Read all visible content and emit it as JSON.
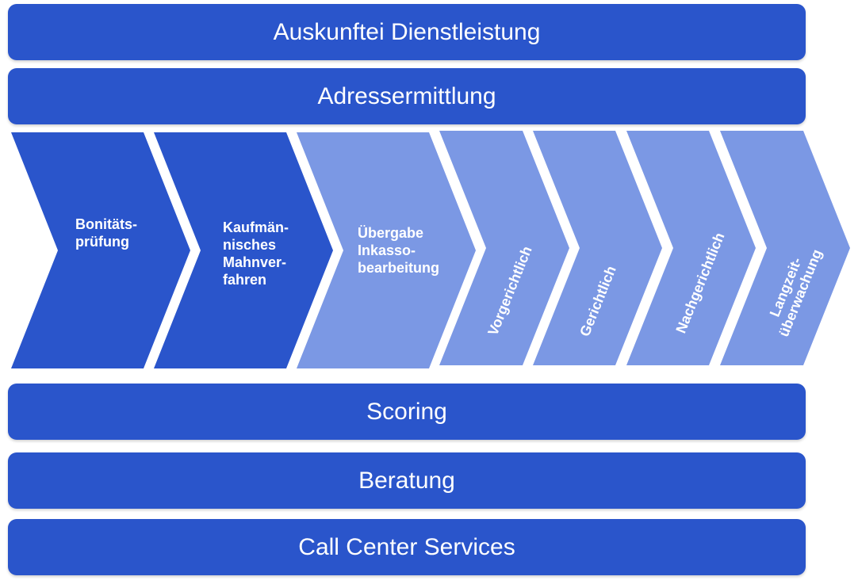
{
  "bands": {
    "auskunftei": "Auskunftei Dienstleistung",
    "adresse": "Adressermittlung",
    "scoring": "Scoring",
    "beratung": "Beratung",
    "callcenter": "Call Center Services"
  },
  "process_steps": [
    {
      "lines": [
        "Bonitäts-",
        "prüfung"
      ]
    },
    {
      "lines": [
        "Kaufmän-",
        "nisches",
        "Mahnver-",
        "fahren"
      ]
    },
    {
      "lines": [
        "Übergabe",
        "Inkasso-",
        "bearbeitung"
      ]
    },
    {
      "lines": [
        "Vorgerichtlich"
      ]
    },
    {
      "lines": [
        "Gerichtlich"
      ]
    },
    {
      "lines": [
        "Nachgerichtlich"
      ]
    },
    {
      "lines": [
        "Langzeit-",
        "überwachung"
      ]
    }
  ],
  "colors": {
    "dark_blue": "#2a55cb",
    "light_blue": "#7b98e4"
  }
}
